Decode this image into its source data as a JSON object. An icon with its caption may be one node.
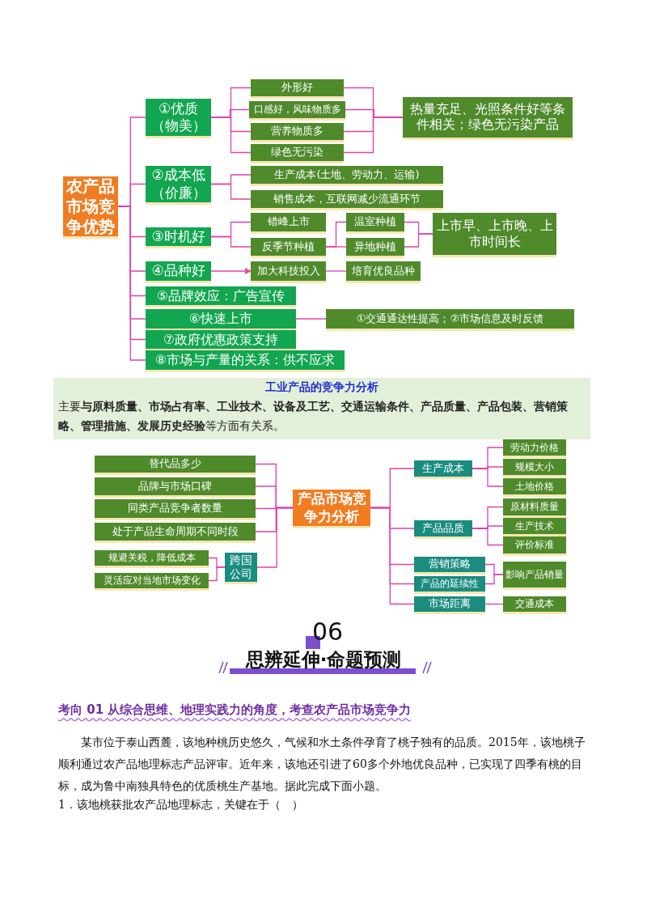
{
  "diagram": {
    "nodes": [
      {
        "text": [
          "农产品市场竞争优势"
        ]
      },
      {
        "text": [
          "①优质（物美）"
        ]
      },
      {
        "text": [
          "外形好"
        ]
      },
      {
        "text": [
          "口感好，风味物质多"
        ]
      },
      {
        "text": [
          "营养物质多"
        ]
      },
      {
        "text": [
          "绿色无污染"
        ]
      },
      {
        "text": [
          "热量充足、光照条件好等条件相关；绿色无污染产品"
        ]
      },
      {
        "text": [
          "②成本低（价廉）"
        ]
      },
      {
        "text": [
          "生产成本(土地、劳动力、运输)"
        ]
      },
      {
        "text": [
          "销售成本，互联网减少流通环节"
        ]
      },
      {
        "text": [
          "③时机好"
        ]
      },
      {
        "text": [
          "错峰上市"
        ]
      },
      {
        "text": [
          "反季节种植"
        ]
      },
      {
        "text": [
          "温室种植"
        ]
      },
      {
        "text": [
          "异地种植"
        ]
      },
      {
        "text": [
          "上市早、上市晚、上市时间长"
        ]
      },
      {
        "text": [
          "④品种好"
        ]
      },
      {
        "text": [
          "加大科技投入"
        ]
      },
      {
        "text": [
          "培育优良品种"
        ]
      },
      {
        "text": [
          "⑤品牌效应：广告宣传"
        ]
      },
      {
        "text": [
          "⑥快速上市"
        ]
      },
      {
        "text": [
          "①交通通达性提高；②市场信息及时反馈"
        ]
      },
      {
        "text": [
          "⑦政府优惠政策支持"
        ]
      },
      {
        "text": [
          "⑧市场与产量的关系：供不应求"
        ]
      },
      {
        "text": [
          "产品市场竞争力分析"
        ]
      },
      {
        "text": [
          "替代品多少"
        ]
      },
      {
        "text": [
          "品牌与市场口碑"
        ]
      },
      {
        "text": [
          "同类产品竞争者数量"
        ]
      },
      {
        "text": [
          "处于产品生命周期不同时段"
        ]
      },
      {
        "text": [
          "规避关税，降低成本"
        ]
      },
      {
        "text": [
          "灵活应对当地市场变化"
        ]
      },
      {
        "text": [
          "跨国公司"
        ]
      },
      {
        "text": [
          "生产成本"
        ]
      },
      {
        "text": [
          "劳动力价格"
        ]
      },
      {
        "text": [
          "规模大小"
        ]
      },
      {
        "text": [
          "土地价格"
        ]
      },
      {
        "text": [
          "产品品质"
        ]
      },
      {
        "text": [
          "原材料质量"
        ]
      },
      {
        "text": [
          "生产技术"
        ]
      },
      {
        "text": [
          "评价标准"
        ]
      },
      {
        "text": [
          "营销策略"
        ]
      },
      {
        "text": [
          "产品的延续性"
        ]
      },
      {
        "text": [
          "影响产品销量"
        ]
      },
      {
        "text": [
          "市场距离"
        ]
      },
      {
        "text": [
          "交通成本"
        ]
      }
    ],
    "edges": [
      {
        "from": 0,
        "to": 1,
        "arrow": "none"
      },
      {
        "from": 1,
        "to": 2,
        "arrow": "none"
      },
      {
        "from": 1,
        "to": 3,
        "arrow": "none"
      },
      {
        "from": 1,
        "to": 4,
        "arrow": "none"
      },
      {
        "from": 1,
        "to": 5,
        "arrow": "none"
      },
      {
        "from": 2,
        "to": 6,
        "arrow": "none"
      },
      {
        "from": 3,
        "to": 6,
        "arrow": "none"
      },
      {
        "from": 4,
        "to": 6,
        "arrow": "none"
      },
      {
        "from": 5,
        "to": 6,
        "arrow": "none"
      },
      {
        "from": 0,
        "to": 7,
        "arrow": "none"
      },
      {
        "from": 7,
        "to": 8,
        "arrow": "none"
      },
      {
        "from": 7,
        "to": 9,
        "arrow": "none"
      },
      {
        "from": 0,
        "to": 10,
        "arrow": "none"
      },
      {
        "from": 10,
        "to": 11,
        "arrow": "none"
      },
      {
        "from": 10,
        "to": 12,
        "arrow": "none"
      },
      {
        "from": 12,
        "to": 13,
        "arrow": "none"
      },
      {
        "from": 12,
        "to": 14,
        "arrow": "none"
      },
      {
        "from": 13,
        "to": 15,
        "arrow": "none"
      },
      {
        "from": 14,
        "to": 15,
        "arrow": "none"
      },
      {
        "from": 0,
        "to": 16,
        "arrow": "none"
      },
      {
        "from": 16,
        "to": 17,
        "arrow": "to"
      },
      {
        "from": 17,
        "to": 18,
        "arrow": "none"
      },
      {
        "from": 0,
        "to": 19,
        "arrow": "none"
      },
      {
        "from": 0,
        "to": 20,
        "arrow": "none"
      },
      {
        "from": 20,
        "to": 21,
        "arrow": "none"
      },
      {
        "from": 0,
        "to": 22,
        "arrow": "none"
      },
      {
        "from": 0,
        "to": 23,
        "arrow": "none"
      },
      {
        "from": 24,
        "to": 25,
        "arrow": "none"
      },
      {
        "from": 24,
        "to": 26,
        "arrow": "none"
      },
      {
        "from": 24,
        "to": 27,
        "arrow": "none"
      },
      {
        "from": 24,
        "to": 28,
        "arrow": "none"
      },
      {
        "from": 24,
        "to": 31,
        "arrow": "none"
      },
      {
        "from": 31,
        "to": 29,
        "arrow": "none"
      },
      {
        "from": 31,
        "to": 30,
        "arrow": "none"
      },
      {
        "from": 24,
        "to": 32,
        "arrow": "none"
      },
      {
        "from": 32,
        "to": 33,
        "arrow": "none"
      },
      {
        "from": 32,
        "to": 34,
        "arrow": "none"
      },
      {
        "from": 32,
        "to": 35,
        "arrow": "none"
      },
      {
        "from": 24,
        "to": 36,
        "arrow": "none"
      },
      {
        "from": 36,
        "to": 37,
        "arrow": "none"
      },
      {
        "from": 36,
        "to": 38,
        "arrow": "none"
      },
      {
        "from": 36,
        "to": 39,
        "arrow": "none"
      },
      {
        "from": 24,
        "to": 40,
        "arrow": "none"
      },
      {
        "from": 24,
        "to": 41,
        "arrow": "none"
      },
      {
        "from": 40,
        "to": 42,
        "arrow": "none"
      },
      {
        "from": 41,
        "to": 42,
        "arrow": "none"
      },
      {
        "from": 24,
        "to": 43,
        "arrow": "none"
      },
      {
        "from": 43,
        "to": 44,
        "arrow": "none"
      }
    ],
    "labels": [
      "工业产品的竞争力分析",
      "主要**与原料质量、市场占有率、工业技术、设备及工艺、交通运输条件、产品质量、产品包装、营销策略、管理措施、发展历史经验**等方面有关系。",
      "06",
      "思辨延伸·命题预测",
      "考向 01  从综合思维、地理实践力的角度，考查农产品市场竞争力",
      "某市位于泰山西麓，该地种桃历史悠久，气候和水土条件孕育了桃子独有的品质。2015年，该地桃子顺利通过农产品地理标志产品评审。近年来，该地还引进了60多个外地优良品种，已实现了四季有桃的目标，成为鲁中南独具特色的优质桃生产基地。据此完成下面小题。",
      "1．该地桃获批农产品地理标志，关键在于（　）"
    ]
  }
}
